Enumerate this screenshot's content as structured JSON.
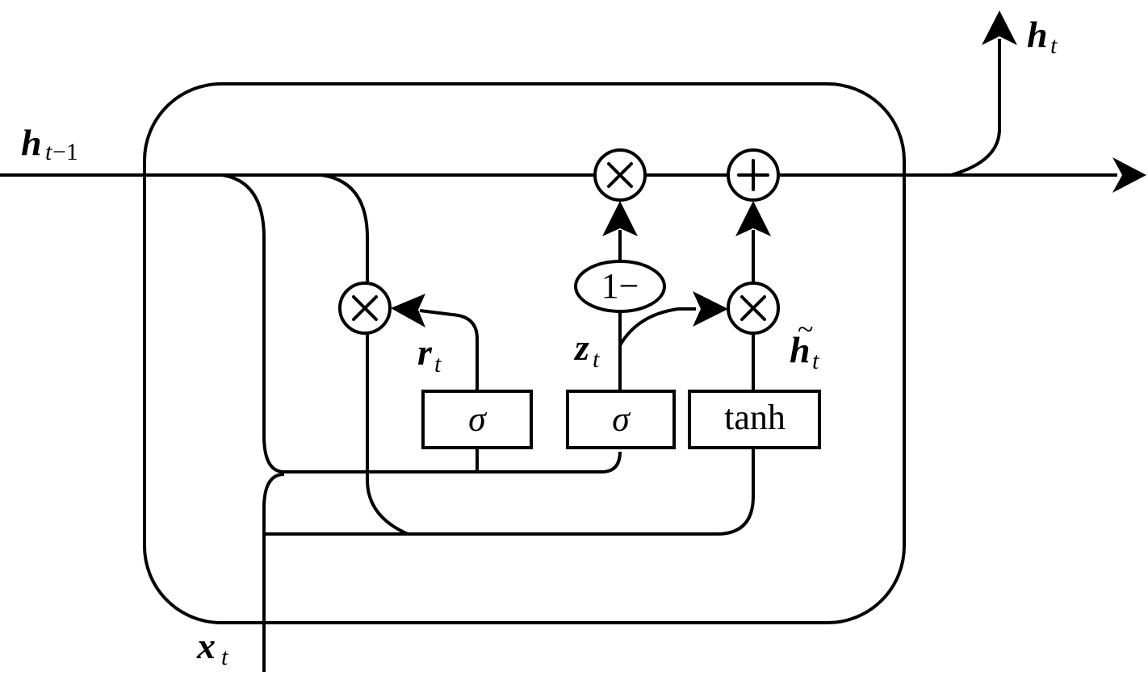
{
  "labels": {
    "h_prev": {
      "main": "h",
      "sub": "t",
      "minus": "−1"
    },
    "h_out": {
      "main": "h",
      "sub": "t"
    },
    "x_in": {
      "main": "x",
      "sub": "t"
    },
    "reset": {
      "main": "r",
      "sub": "t"
    },
    "update": {
      "main": "z",
      "sub": "t"
    },
    "candidate": {
      "main": "h",
      "sub": "t",
      "accent": "~"
    }
  },
  "gates": {
    "reset_gate": "σ",
    "update_gate": "σ",
    "candidate_gate": "tanh",
    "one_minus": "1−"
  },
  "operators": {
    "multiply_top": "×",
    "add_top": "+",
    "multiply_reset": "×",
    "multiply_candidate": "×"
  }
}
